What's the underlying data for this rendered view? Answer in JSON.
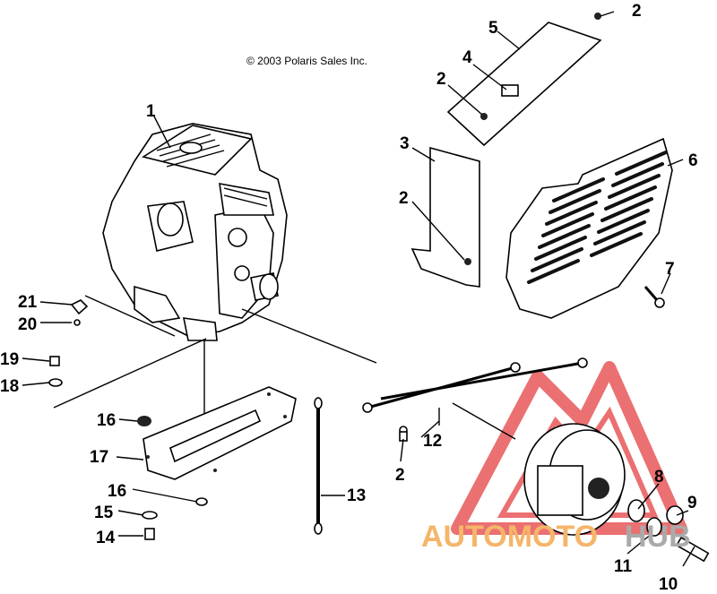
{
  "copyright": "© 2003 Polaris Sales Inc.",
  "callouts": [
    {
      "id": "c1",
      "label": "1"
    },
    {
      "id": "c2a",
      "label": "2"
    },
    {
      "id": "c2b",
      "label": "2"
    },
    {
      "id": "c2c",
      "label": "2"
    },
    {
      "id": "c2d",
      "label": "2"
    },
    {
      "id": "c3",
      "label": "3"
    },
    {
      "id": "c4",
      "label": "4"
    },
    {
      "id": "c5",
      "label": "5"
    },
    {
      "id": "c6",
      "label": "6"
    },
    {
      "id": "c7",
      "label": "7"
    },
    {
      "id": "c8",
      "label": "8"
    },
    {
      "id": "c9",
      "label": "9"
    },
    {
      "id": "c10",
      "label": "10"
    },
    {
      "id": "c11",
      "label": "11"
    },
    {
      "id": "c12",
      "label": "12"
    },
    {
      "id": "c13",
      "label": "13"
    },
    {
      "id": "c14",
      "label": "14"
    },
    {
      "id": "c15",
      "label": "15"
    },
    {
      "id": "c16a",
      "label": "16"
    },
    {
      "id": "c16b",
      "label": "16"
    },
    {
      "id": "c17",
      "label": "17"
    },
    {
      "id": "c18",
      "label": "18"
    },
    {
      "id": "c19",
      "label": "19"
    },
    {
      "id": "c20",
      "label": "20"
    },
    {
      "id": "c21",
      "label": "21"
    }
  ],
  "watermark": {
    "part1": "AUTOMOTO",
    "part2": "HUB",
    "color1": "#f5b56a",
    "color2": "#aaaaaa",
    "triangle_color": "#e8585a"
  }
}
